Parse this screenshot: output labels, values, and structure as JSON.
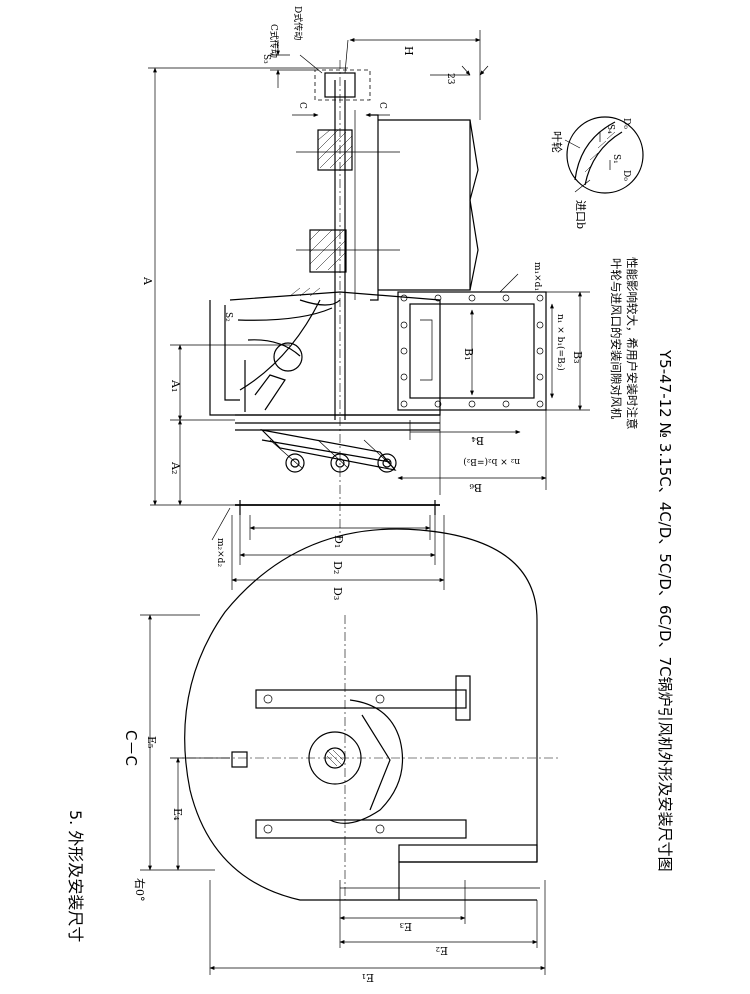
{
  "section_title": "5. 外形及安装尺寸",
  "section_label": "C－C",
  "angle_label": "右0°",
  "caption": "Y5-47-12 № 3.15C、4C/D、5C/D、6C/D、7C锅炉引风机外形及安装尺寸图",
  "note_lines": [
    "叶轮与进风口的安装间隙对风机",
    "性能影响较大，希用户安装时注意"
  ],
  "detail_labels": {
    "impeller": "叶轮",
    "inlet": "进口b",
    "s4": "S₄",
    "s1": "S₁",
    "d0a": "D₀",
    "d0b": "D₀"
  },
  "drive_labels": {
    "c_drive": "C式传动",
    "d_drive": "D式传动",
    "section_c1": "C",
    "section_c2": "C"
  },
  "dims": {
    "A": "A",
    "A1": "A₁",
    "A2": "A₂",
    "H": "H",
    "dim23": "23",
    "S3": "S₃",
    "S2": "S₂",
    "D1": "D₁",
    "D2": "D₂",
    "D3": "D₃",
    "m2d2": "m₂×d₂",
    "m1d1": "m₁×d₁",
    "B1": "B₁",
    "B3": "B₃",
    "B4": "B₄",
    "B6": "B₆",
    "n1b1": "n₁ × b₁(=B₂)",
    "n2b2": "n₂ × b₂(=B₂)",
    "E1": "E₁",
    "E2": "E₂",
    "E3": "E₃",
    "E4": "E₄",
    "E5": "E₅"
  }
}
